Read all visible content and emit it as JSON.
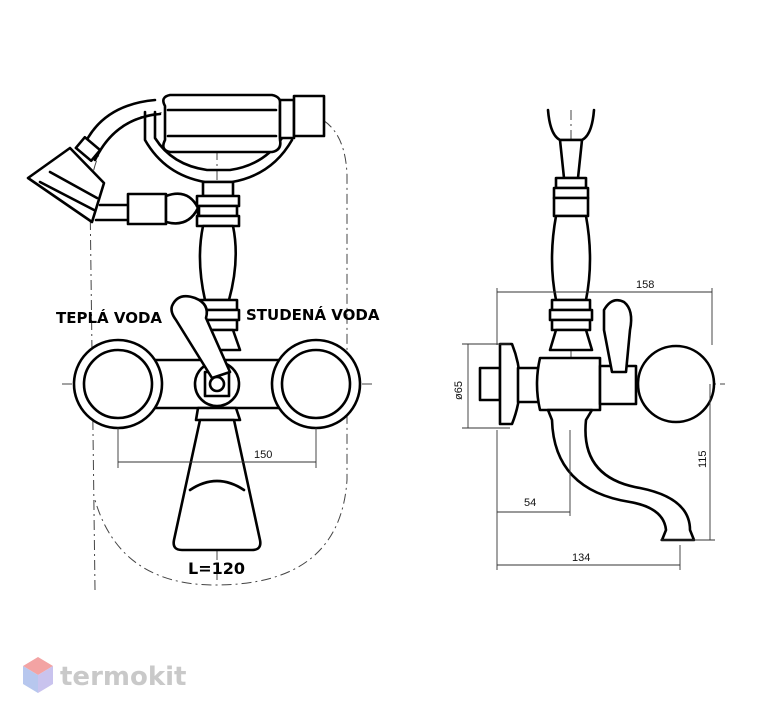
{
  "labels": {
    "hot_water": "TEPLÁ VODA",
    "cold_water": "STUDENÁ VODA",
    "spout_length": "L=120"
  },
  "dimensions": {
    "center_distance": "150",
    "diameter": "ø65",
    "depth_total": "158",
    "height": "115",
    "wall_to_spout": "54",
    "spout_reach": "134"
  },
  "watermark": {
    "brand": "termokit",
    "colors": {
      "top": "#f3a3a3",
      "left": "#b7c7ee",
      "right": "#c9c3ee"
    }
  }
}
